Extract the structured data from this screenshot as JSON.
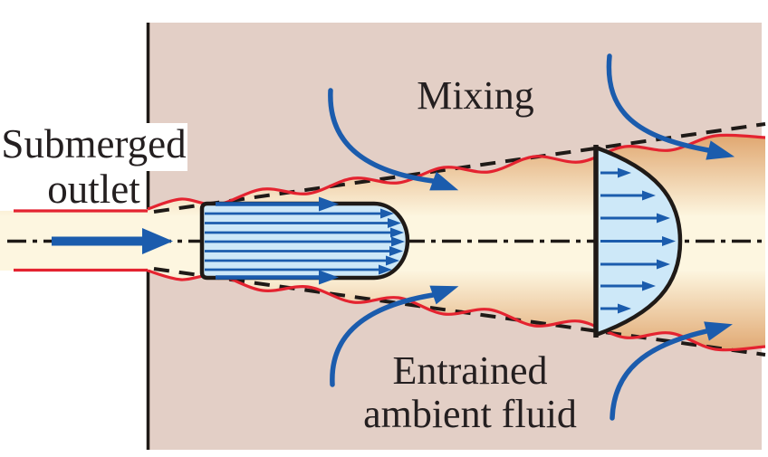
{
  "figure": {
    "type": "fluid-mechanics-diagram",
    "subject": "Submerged jet discharging through an outlet in a wall, showing mixing and entrainment of ambient fluid"
  },
  "labels": {
    "submerged_outlet": {
      "line1": "Submerged",
      "line2": "outlet"
    },
    "mixing": "Mixing",
    "entrained": {
      "line1": "Entrained",
      "line2": "ambient fluid"
    }
  },
  "colors": {
    "ambient_fluid_pink": "#e3cfc6",
    "jet_core_cream": "#fdf6e0",
    "jet_edge_tan": "#dfa46c",
    "turbulent_boundary_red": "#e42330",
    "arrow_blue": "#1b5cad",
    "velocity_profile_fill": "#cde8f8",
    "line_black": "#1f1a17",
    "label_text": "#241f20",
    "label_background": "#ffffff"
  },
  "icons": {
    "inlet_flow_arrow": "right-arrow",
    "entrainment_arrows": "curved-arrow",
    "velocity_vectors": "right-arrow"
  }
}
